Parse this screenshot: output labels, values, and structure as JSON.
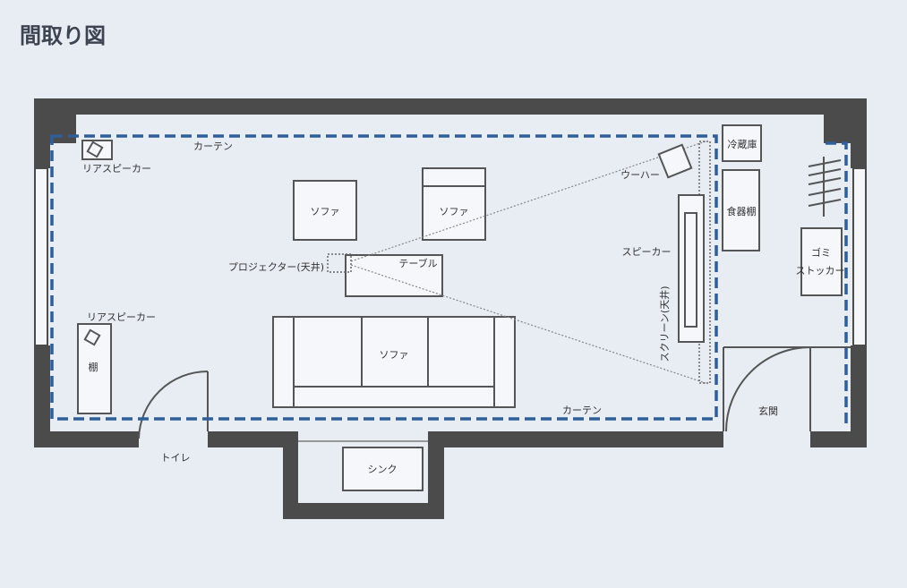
{
  "title": "間取り図",
  "labels": {
    "curtain_top": "カーテン",
    "curtain_bottom": "カーテン",
    "rear_speaker_top": "リアスピーカー",
    "rear_speaker_left": "リアスピーカー",
    "shelf": "棚",
    "sofa_1": "ソファ",
    "sofa_2": "ソファ",
    "sofa_3": "ソファ",
    "projector": "プロジェクター(天井)",
    "table": "テーブル",
    "woofer": "ウーハー",
    "speaker": "スピーカー",
    "screen": "スクリーン(天井)",
    "fridge": "冷蔵庫",
    "cupboard": "食器棚",
    "trash_line1": "ゴミ",
    "trash_line2": "ストッカー",
    "toilet": "トイレ",
    "sink": "シンク",
    "entrance": "玄関"
  },
  "colors": {
    "wall": "#4b4b4b",
    "curtain": "#2f5f96",
    "background": "#e8ecf3"
  }
}
